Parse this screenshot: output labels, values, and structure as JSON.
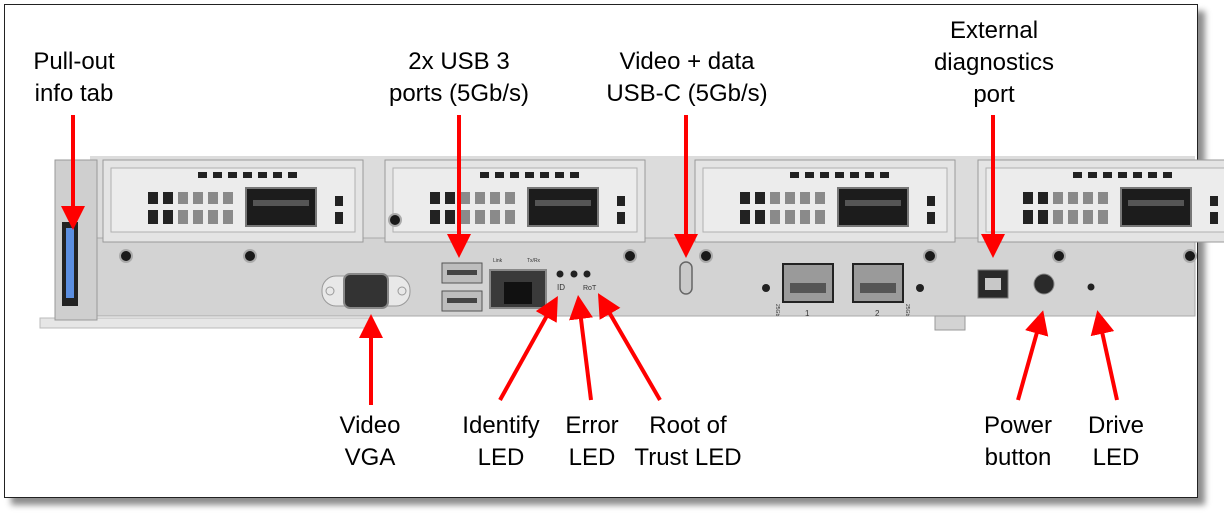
{
  "labels": {
    "pullout": [
      "Pull-out",
      "info tab"
    ],
    "usb3": [
      "2x USB 3",
      "ports (5Gb/s)"
    ],
    "usbc": [
      "Video + data",
      "USB-C (5Gb/s)"
    ],
    "diag": [
      "External",
      "diagnostics",
      "port"
    ],
    "vga": [
      "Video",
      "VGA"
    ],
    "identify": [
      "Identify",
      "LED"
    ],
    "error": [
      "Error",
      "LED"
    ],
    "rot": [
      "Root of",
      "Trust LED"
    ],
    "power": [
      "Power",
      "button"
    ],
    "drive": [
      "Drive",
      "LED"
    ]
  },
  "panel_markings": {
    "id": "ID",
    "rot": "RoT",
    "link": "Link",
    "txrx": "Tx/Rx",
    "port1": "1",
    "port2": "2",
    "speed": "25Gb"
  },
  "colors": {
    "arrow": "#ff0000",
    "chassis": "#d6d6d6",
    "tab": "#5b8ee0"
  }
}
